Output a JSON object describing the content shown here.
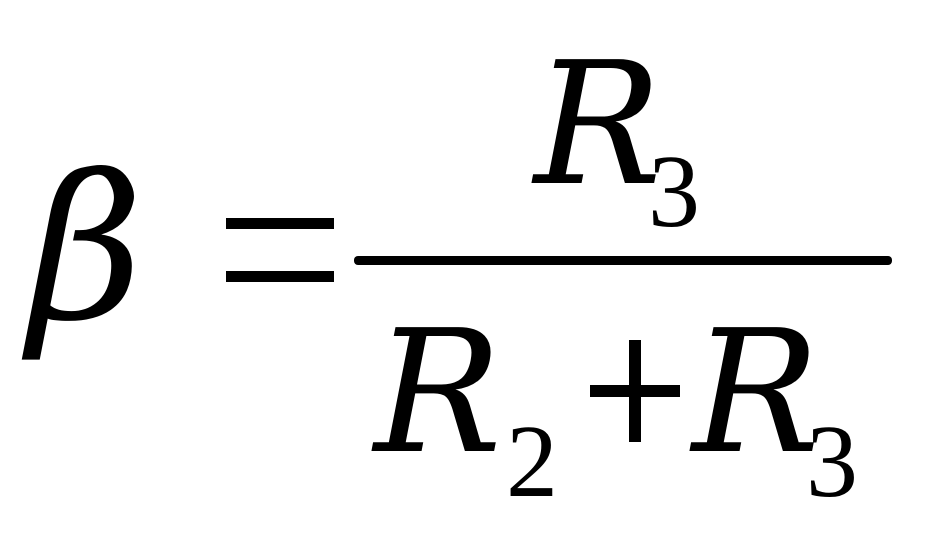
{
  "formula": {
    "lhs": "β",
    "equals": "=",
    "numerator": {
      "symbol": "R",
      "subscript": "3"
    },
    "denominator": {
      "term1": {
        "symbol": "R",
        "subscript": "2"
      },
      "operator": "+",
      "term2": {
        "symbol": "R",
        "subscript": "3"
      }
    }
  },
  "colors": {
    "ink": "#000000",
    "background": "#ffffff"
  }
}
